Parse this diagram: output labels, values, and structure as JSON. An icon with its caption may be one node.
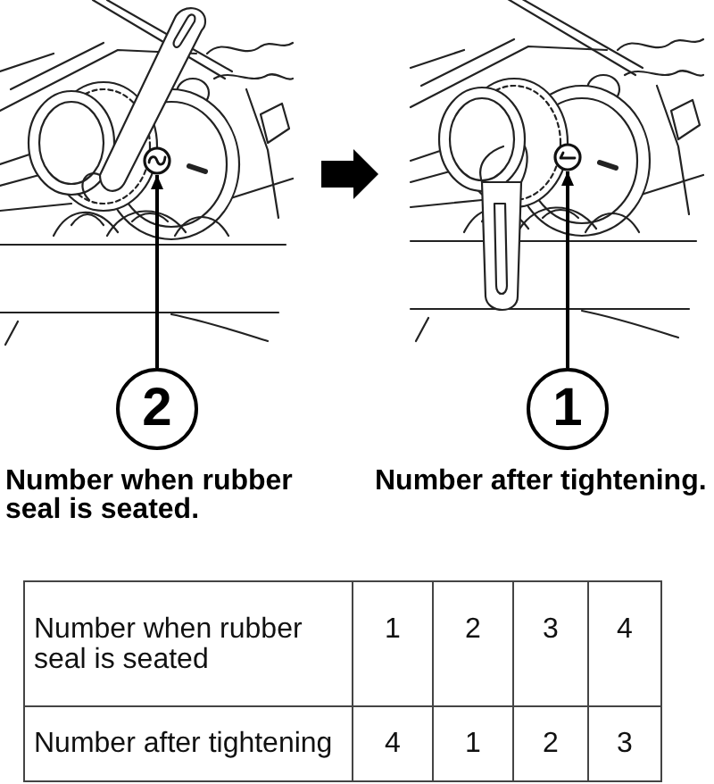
{
  "diagram": {
    "nodes": [
      {
        "text": [],
        "shape": "picture"
      },
      {
        "text": [],
        "shape": "circle",
        "in": 0
      },
      {
        "text": [
          "2"
        ],
        "beside": [
          "Number when rubber seal is seated."
        ]
      },
      {
        "text": [],
        "shape": "picture"
      },
      {
        "text": [],
        "shape": "circle",
        "in": 3
      },
      {
        "text": [
          "1"
        ],
        "beside": [
          "Number after tightening."
        ]
      }
    ],
    "edges": [
      {
        "from": 0,
        "to": 3,
        "arrow": "to",
        "style": "thick"
      },
      {
        "from": 2,
        "to": 1,
        "arrow": "to"
      },
      {
        "from": 5,
        "to": 4,
        "arrow": "to"
      }
    ],
    "labels": [
      "Number when rubber seal is seated",
      "1",
      "2",
      "3",
      "4",
      "Number after tightening",
      "4",
      "1",
      "2",
      "3"
    ]
  }
}
